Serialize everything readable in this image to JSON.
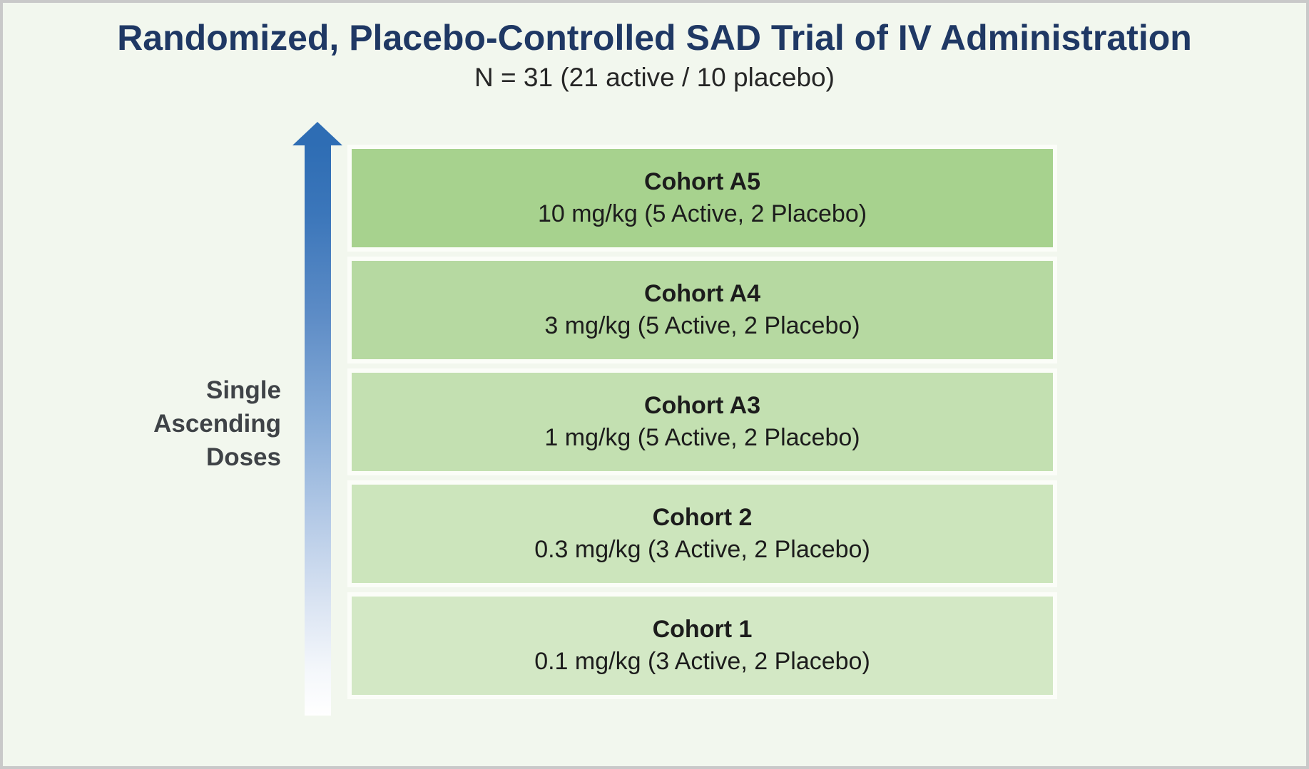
{
  "title": "Randomized, Placebo-Controlled SAD Trial of IV Administration",
  "subtitle": "N = 31 (21 active / 10 placebo)",
  "axis": {
    "arrow_icon": "up-arrow-icon",
    "direction": "up",
    "lines": [
      "Single",
      "Ascending",
      "Doses"
    ]
  },
  "colors": {
    "background": "#f2f7ee",
    "frame_border": "#c9c9c9",
    "title_text": "#1f3864",
    "subtitle_text": "#262626",
    "axis_label_text": "#3f4347",
    "arrow_blue": "#2e6db4",
    "box_outline": "#fbfdf8"
  },
  "cohorts": [
    {
      "name": "Cohort A5",
      "dose": "10 mg/kg (5 Active, 2 Placebo)",
      "color": "#a7d28e"
    },
    {
      "name": "Cohort A4",
      "dose": "3 mg/kg (5 Active, 2 Placebo)",
      "color": "#b6d9a1"
    },
    {
      "name": "Cohort A3",
      "dose": "1 mg/kg (5 Active, 2 Placebo)",
      "color": "#c3e0b1"
    },
    {
      "name": "Cohort 2",
      "dose": "0.3 mg/kg (3 Active, 2 Placebo)",
      "color": "#cce5bc"
    },
    {
      "name": "Cohort 1",
      "dose": "0.1 mg/kg (3 Active, 2 Placebo)",
      "color": "#d3e8c5"
    }
  ]
}
